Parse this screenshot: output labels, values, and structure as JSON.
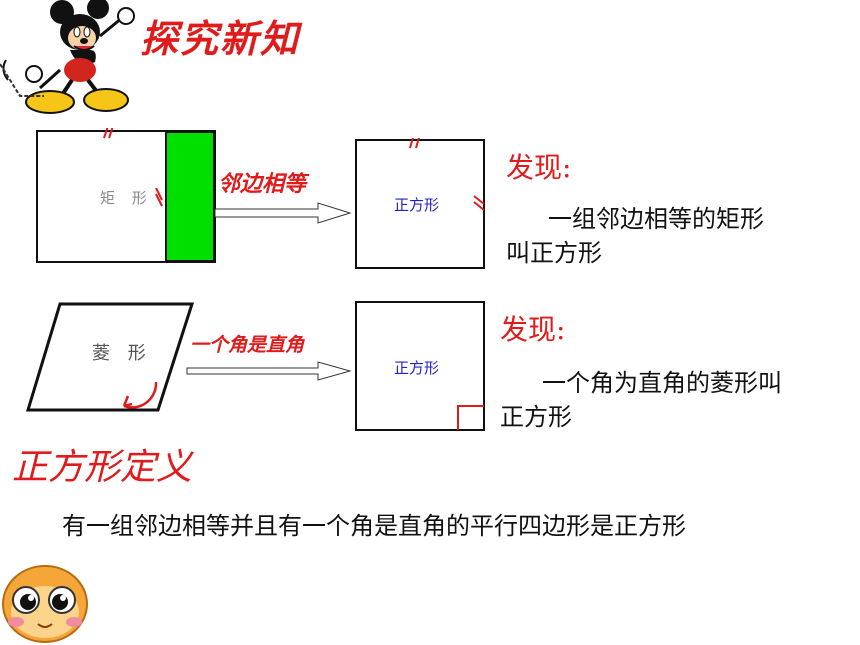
{
  "title": "探究新知",
  "section1": {
    "shape_label": "矩 形",
    "arrow_label": "邻边相等",
    "square_label": "正方形",
    "find_label": "发现:",
    "desc_line1": "一组邻边相等的矩形",
    "desc_line2": "叫正方形"
  },
  "section2": {
    "shape_label": "菱 形",
    "arrow_label": "一个角是直角",
    "square_label": "正方形",
    "find_label": "发现:",
    "desc_line1": "一个角为直角的菱形叫",
    "desc_line2": "正方形"
  },
  "definition": {
    "title": "正方形定义",
    "text": "有一组邻边相等并且有一个角是直角的平行四边形是正方形"
  },
  "colors": {
    "accent_red": "#e01b1b",
    "green_bar": "#00e000",
    "square_label_blue": "#2222cc"
  },
  "icons": [
    "mickey-mouse-icon",
    "cartoon-face-icon"
  ]
}
